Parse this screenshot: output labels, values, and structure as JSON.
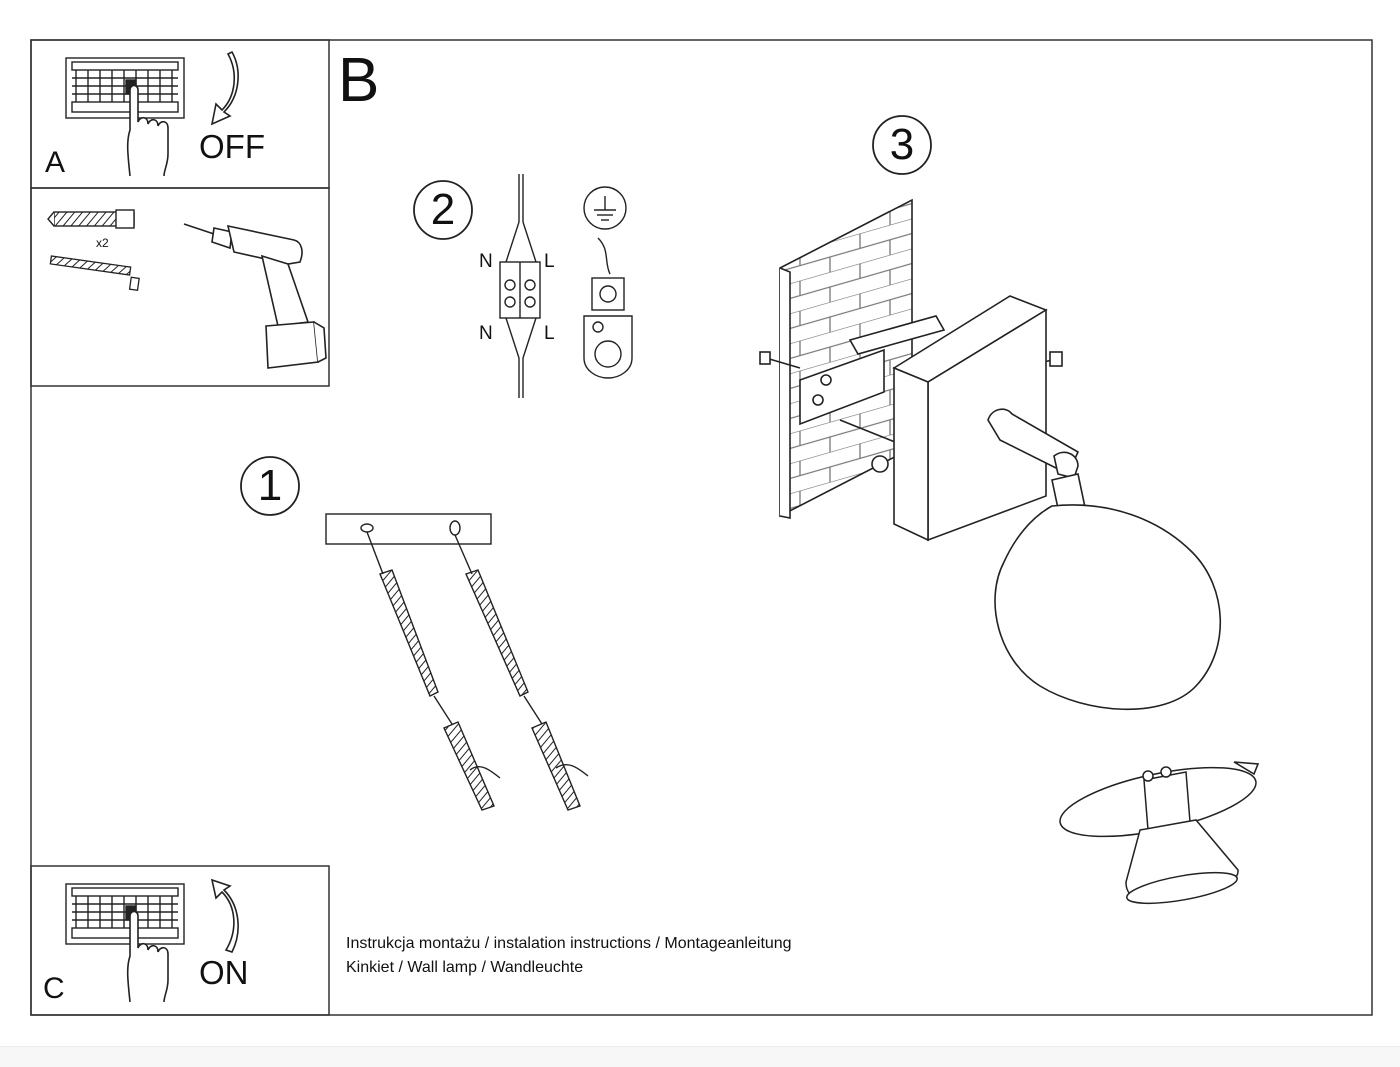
{
  "panels": {
    "a": {
      "letter": "A",
      "action": "OFF"
    },
    "tools": {
      "count": "x2"
    },
    "b": {
      "letter": "B"
    },
    "c": {
      "letter": "C",
      "action": "ON"
    }
  },
  "steps": [
    {
      "number": "1"
    },
    {
      "number": "2"
    },
    {
      "number": "3"
    }
  ],
  "wiring": {
    "top_left": "N",
    "top_right": "L",
    "bottom_left": "N",
    "bottom_right": "L"
  },
  "icons": [
    "breaker-panel-icon",
    "hand-icon",
    "curved-arrow-down-icon",
    "curved-arrow-up-icon",
    "wall-plug-icon",
    "screw-icon",
    "drill-icon",
    "terminal-block-icon",
    "ground-symbol-icon",
    "ground-terminal-icon",
    "mounting-plate-icon",
    "wall-lamp-icon",
    "gu10-bulb-icon",
    "rotate-arrow-icon"
  ],
  "caption": {
    "line1": "Instrukcja montażu / instalation instructions / Montageanleitung",
    "line2": "Kinkiet / Wall lamp / Wandleuchte"
  }
}
